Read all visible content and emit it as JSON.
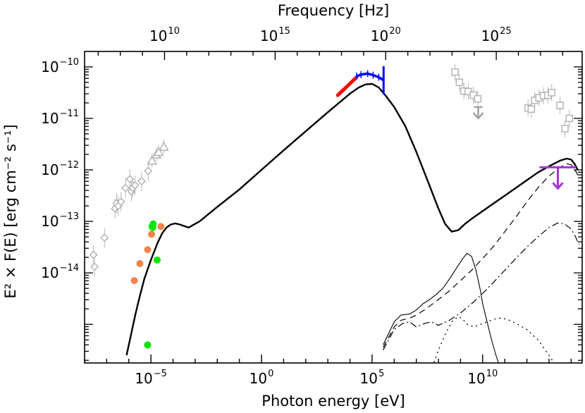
{
  "chart_data": {
    "type": "scatter",
    "xlabel_bottom": "Photon energy [eV]",
    "xlabel_top": "Frequency [Hz]",
    "ylabel": "E² × F(E) [erg cm⁻² s⁻¹]",
    "x_scale": "log",
    "y_scale": "log",
    "xlim_log10_eV": [
      -8.0,
      14.5
    ],
    "ylim_log10": [
      -15.75,
      -9.7
    ],
    "bottom_ticks": [
      {
        "base": "10",
        "exp": "−5",
        "log10": -5
      },
      {
        "base": "10",
        "exp": "0",
        "log10": 0
      },
      {
        "base": "10",
        "exp": "5",
        "log10": 5
      },
      {
        "base": "10",
        "exp": "10",
        "log10": 10
      }
    ],
    "top_ticks": [
      {
        "base": "10",
        "exp": "10",
        "log10_Hz": 10
      },
      {
        "base": "10",
        "exp": "15",
        "log10_Hz": 15
      },
      {
        "base": "10",
        "exp": "20",
        "log10_Hz": 20
      },
      {
        "base": "10",
        "exp": "25",
        "log10_Hz": 25
      }
    ],
    "y_ticks": [
      {
        "base": "10",
        "exp": "−10",
        "log10": -10
      },
      {
        "base": "10",
        "exp": "−11",
        "log10": -11
      },
      {
        "base": "10",
        "exp": "−12",
        "log10": -12
      },
      {
        "base": "10",
        "exp": "−13",
        "log10": -13
      },
      {
        "base": "10",
        "exp": "−14",
        "log10": -14
      }
    ],
    "model_curves": [
      {
        "style": "solid-thick",
        "color": "#000000",
        "x": [
          -6.1,
          -5.9,
          -5.7,
          -5.5,
          -5.3,
          -5.0,
          -4.7,
          -4.5,
          -4.3,
          -4.1,
          -3.9,
          -3.7,
          -3.3,
          -2.8,
          -2.0,
          -1.0,
          0.0,
          1.0,
          2.0,
          3.0,
          3.5,
          4.0,
          4.4,
          4.7,
          5.0,
          5.3,
          5.6,
          6.0,
          6.5,
          7.0,
          7.5,
          8.0,
          8.3,
          8.6,
          8.9,
          9.2,
          9.6,
          10.0,
          10.5,
          11.0,
          11.5,
          12.0,
          12.5,
          13.0,
          13.5,
          13.8,
          14.0,
          14.15,
          14.3
        ],
        "y": [
          -15.6,
          -15.2,
          -14.8,
          -14.45,
          -14.12,
          -13.75,
          -13.42,
          -13.24,
          -13.12,
          -13.06,
          -13.04,
          -13.06,
          -13.12,
          -13.0,
          -12.72,
          -12.38,
          -12.0,
          -11.62,
          -11.25,
          -10.88,
          -10.7,
          -10.52,
          -10.4,
          -10.34,
          -10.33,
          -10.4,
          -10.55,
          -10.78,
          -11.15,
          -11.65,
          -12.2,
          -12.75,
          -13.05,
          -13.2,
          -13.17,
          -13.05,
          -12.92,
          -12.8,
          -12.65,
          -12.5,
          -12.35,
          -12.2,
          -12.05,
          -11.93,
          -11.82,
          -11.78,
          -11.8,
          -11.88,
          -12.0
        ]
      },
      {
        "style": "solid-thin",
        "color": "#000000",
        "x": [
          5.5,
          6.0,
          6.3,
          6.7,
          7.0,
          7.3,
          7.6,
          7.9,
          8.2,
          8.5,
          8.8,
          9.1,
          9.3,
          9.5,
          9.7,
          9.9,
          10.0,
          10.2,
          10.4,
          10.6,
          10.8,
          11.0
        ],
        "y": [
          -15.4,
          -14.95,
          -14.82,
          -14.8,
          -14.72,
          -14.6,
          -14.52,
          -14.42,
          -14.3,
          -14.12,
          -13.92,
          -13.72,
          -13.62,
          -13.68,
          -13.95,
          -14.35,
          -14.6,
          -14.95,
          -15.3,
          -15.6,
          -15.85,
          -16.1
        ]
      },
      {
        "style": "dashed",
        "color": "#000000",
        "x": [
          5.5,
          6.0,
          6.3,
          6.7,
          7.0,
          7.5,
          8.0,
          8.5,
          9.0,
          9.5,
          10.0,
          10.5,
          11.0,
          11.5,
          12.0,
          12.5,
          13.0,
          13.5,
          13.8,
          14.0,
          14.15,
          14.3
        ],
        "y": [
          -15.45,
          -15.05,
          -14.92,
          -14.88,
          -14.82,
          -14.68,
          -14.52,
          -14.35,
          -14.15,
          -13.95,
          -13.72,
          -13.48,
          -13.2,
          -12.92,
          -12.62,
          -12.35,
          -12.12,
          -11.95,
          -11.88,
          -11.9,
          -11.98,
          -12.1
        ]
      },
      {
        "style": "dashdot",
        "color": "#000000",
        "x": [
          5.5,
          6.0,
          6.4,
          6.7,
          7.0,
          7.4,
          7.7,
          8.0,
          8.5,
          9.0,
          9.5,
          10.0,
          10.5,
          11.0,
          11.5,
          12.0,
          12.5,
          13.0,
          13.4,
          13.7,
          14.0,
          14.2,
          14.35
        ],
        "y": [
          -15.5,
          -15.1,
          -14.98,
          -14.95,
          -15.05,
          -14.98,
          -14.95,
          -15.02,
          -14.92,
          -14.78,
          -14.6,
          -14.4,
          -14.18,
          -13.95,
          -13.72,
          -13.5,
          -13.3,
          -13.12,
          -13.03,
          -13.05,
          -13.15,
          -13.3,
          -13.45
        ]
      },
      {
        "style": "dotted",
        "color": "#000000",
        "x": [
          7.5,
          8.0,
          8.3,
          8.6,
          8.9,
          9.1,
          9.3,
          9.6,
          9.9,
          10.2,
          10.5,
          10.8,
          11.1,
          11.5,
          12.0,
          12.5,
          13.0,
          13.3,
          13.6,
          13.8,
          14.0
        ],
        "y": [
          -16.1,
          -15.5,
          -15.2,
          -14.95,
          -14.85,
          -14.9,
          -15.0,
          -15.05,
          -15.0,
          -14.95,
          -14.9,
          -14.88,
          -14.9,
          -14.98,
          -15.1,
          -15.3,
          -15.6,
          -15.8,
          -16.0,
          -16.15,
          -16.3
        ]
      }
    ],
    "series": [
      {
        "marker": "diamond-open",
        "color": "#b4b4b4",
        "points": [
          [
            -7.6,
            -13.65
          ],
          [
            -7.55,
            -13.88
          ],
          [
            -7.1,
            -13.32
          ],
          [
            -6.62,
            -12.75
          ],
          [
            -6.55,
            -12.65
          ],
          [
            -6.48,
            -12.7
          ],
          [
            -6.35,
            -12.62
          ],
          [
            -6.15,
            -12.35
          ],
          [
            -5.95,
            -12.18
          ],
          [
            -5.88,
            -12.42
          ],
          [
            -5.82,
            -12.35
          ],
          [
            -5.72,
            -12.3
          ],
          [
            -5.42,
            -12.22
          ],
          [
            -5.12,
            -12.02
          ]
        ]
      },
      {
        "marker": "triangle-open",
        "color": "#b4b4b4",
        "points": [
          [
            -4.95,
            -11.82
          ],
          [
            -4.75,
            -11.7
          ],
          [
            -4.65,
            -11.65
          ],
          [
            -4.42,
            -11.55
          ]
        ]
      },
      {
        "marker": "square-open",
        "color": "#b4b4b4",
        "points": [
          [
            8.75,
            -10.1
          ],
          [
            8.95,
            -10.3
          ],
          [
            9.15,
            -10.47
          ],
          [
            9.35,
            -10.48
          ],
          [
            9.58,
            -10.55
          ],
          [
            9.78,
            -10.62
          ],
          [
            12.05,
            -10.8
          ],
          [
            12.2,
            -10.82
          ],
          [
            12.35,
            -10.65
          ],
          [
            12.55,
            -10.6
          ],
          [
            12.75,
            -10.56
          ],
          [
            12.95,
            -10.55
          ],
          [
            13.12,
            -10.5
          ],
          [
            13.5,
            -10.75
          ],
          [
            13.72,
            -11.2
          ],
          [
            13.92,
            -11.0
          ]
        ]
      },
      {
        "marker": "circle-filled",
        "color": "#f4854a",
        "points": [
          [
            -5.75,
            -14.15
          ],
          [
            -5.5,
            -13.82
          ],
          [
            -5.15,
            -13.55
          ],
          [
            -4.97,
            -13.25
          ],
          [
            -4.55,
            -13.1
          ]
        ]
      },
      {
        "marker": "circle-filled",
        "color": "#00e600",
        "points": [
          [
            -5.15,
            -15.4
          ],
          [
            -4.72,
            -13.75
          ],
          [
            -4.95,
            -13.1
          ],
          [
            -4.92,
            -13.12
          ],
          [
            -4.9,
            -13.05
          ]
        ]
      },
      {
        "marker": "thick-segment",
        "color": "#ff0000",
        "points": [
          [
            3.45,
            -10.55
          ],
          [
            4.3,
            -10.2
          ]
        ]
      },
      {
        "marker": "errorbar-segment",
        "color": "#0000ff",
        "points": [
          [
            4.3,
            -10.18
          ],
          [
            4.5,
            -10.15
          ],
          [
            4.8,
            -10.13
          ],
          [
            5.05,
            -10.16
          ],
          [
            5.3,
            -10.2
          ],
          [
            5.52,
            -10.26
          ]
        ]
      }
    ],
    "upper_limits": [
      {
        "color": "#a0a0a0",
        "x": 9.8,
        "y": -10.78
      },
      {
        "color": "#a633d6",
        "x": 13.4,
        "y": -11.95
      }
    ]
  }
}
